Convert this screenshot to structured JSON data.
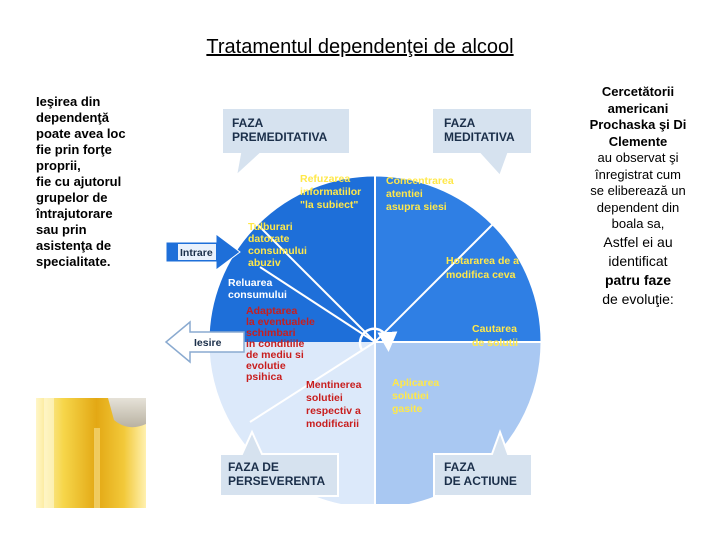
{
  "title": "Tratamentul dependenţei de alcool",
  "left_text": "Ieşirea din dependenţă poate avea loc fie prin forţe proprii,\n fie cu ajutorul grupelor de întrajutorare sau prin asistenţa de specialitate.",
  "right_text": {
    "part1": "Cercetătorii americani Prochaska şi Di Clemente",
    "part2": "au observat şi înregistrat cum se eliberează un dependent din boala sa,",
    "part3": "Astfel ei au identificat",
    "part4": "patru faze",
    "part5": "de evoluţie:"
  },
  "diagram": {
    "phases": {
      "premeditativa": "FAZA\nPREMEDITATIVA",
      "meditativa": "FAZA\nMEDITATIVA",
      "perseverenta": "FAZA DE\nPERSEVERENTA",
      "actiune": "FAZA\nDE ACTIUNE"
    },
    "segments": {
      "refuzarea": "Refuzarea\ninformatiilor\n\"la subiect\"",
      "concentrarea": "Concentrarea\natentiei\nasupra siesi",
      "tulburari": "Tulburari\ndatorate\nconsumului\nabuziv",
      "hotararea": "Hotararea de a\nmodifica ceva",
      "reluarea": "Reluarea\nconsumului",
      "adaptarea": "Adaptarea\nla eventualele\nschimbari\nin conditiile\nde mediu si\nevolutie\npsihica",
      "cautarea": "Cautarea\nde solutii",
      "mentinerea": "Mentinerea\nsolutiei\nrespectiv a\nmodificarii",
      "aplicarea": "Aplicarea\nsolutiei\ngasite"
    },
    "arrows": {
      "intrare": "Intrare",
      "iesire": "Iesire"
    }
  },
  "colors": {
    "dark_blue": "#1e6fd9",
    "mid_blue": "#6fa6ee",
    "light_blue": "#c7dcf7",
    "pale_blue": "#e9f1fc",
    "label_red": "#c81e1e",
    "label_yellow": "#ffe84a",
    "callout_bg": "#d6e2ef"
  },
  "icons": [
    "cycle-arrow-icon",
    "beer-glass-image"
  ]
}
